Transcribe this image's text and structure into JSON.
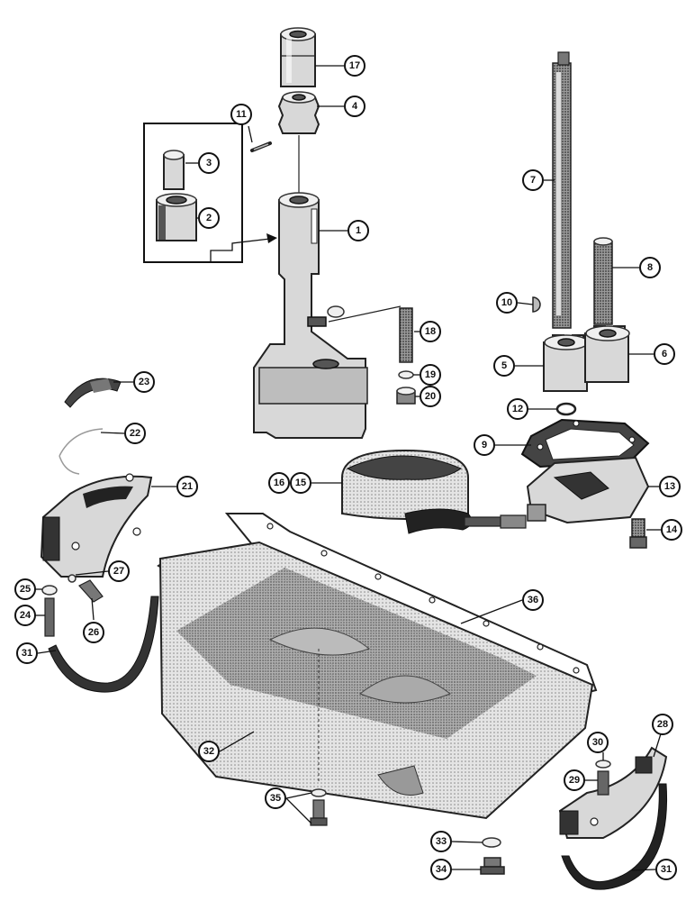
{
  "callouts": [
    "1",
    "2",
    "3",
    "4",
    "5",
    "6",
    "7",
    "8",
    "9",
    "10",
    "11",
    "12",
    "13",
    "14",
    "15",
    "16",
    "17",
    "18",
    "19",
    "20",
    "21",
    "22",
    "23",
    "24",
    "25",
    "26",
    "27",
    "28",
    "29",
    "30",
    "31",
    "31",
    "32",
    "33",
    "34",
    "35",
    "36"
  ]
}
